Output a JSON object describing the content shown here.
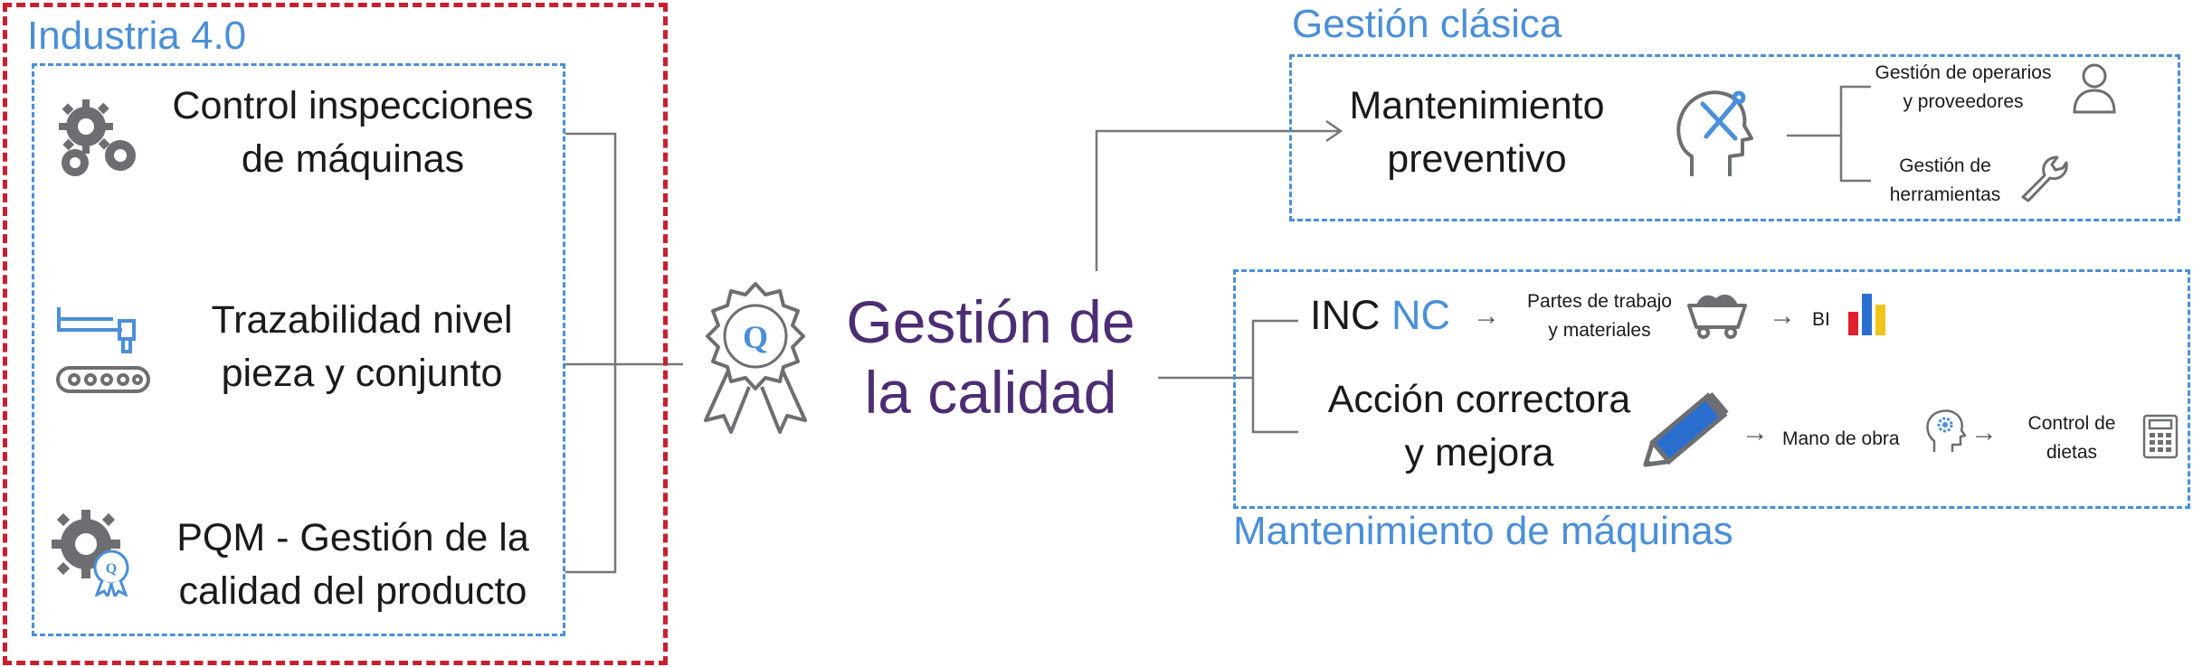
{
  "industria": {
    "title": "Industria 4.0",
    "items": [
      {
        "line1": "Control inspecciones",
        "line2": "de máquinas",
        "icon": "gears-icon"
      },
      {
        "line1": "Trazabilidad nivel",
        "line2": "pieza y conjunto",
        "icon": "conveyor-icon"
      },
      {
        "line1": "PQM - Gestión de la",
        "line2": "calidad del producto",
        "icon": "gear-quality-icon"
      }
    ]
  },
  "center": {
    "line1": "Gestión de",
    "line2": "la calidad",
    "icon": "quality-award-icon",
    "color": "#4c2d74"
  },
  "clasica": {
    "title": "Gestión clásica",
    "main_line1": "Mantenimiento",
    "main_line2": "preventivo",
    "sub1_line1": "Gestión de operarios",
    "sub1_line2": "y proveedores",
    "sub2_line1": "Gestión de",
    "sub2_line2": "herramientas"
  },
  "maquinas": {
    "title": "Mantenimiento de máquinas",
    "inc": "INC",
    "nc": "NC",
    "partes_line1": "Partes de trabajo",
    "partes_line2": "y materiales",
    "bi": "BI",
    "accion_line1": "Acción correctora",
    "accion_line2": "y mejora",
    "mano": "Mano de obra",
    "control_line1": "Control de",
    "control_line2": "dietas"
  },
  "colors": {
    "red_border": "#c8202f",
    "blue_accent": "#4a8fd8",
    "purple_title": "#4c2d74",
    "line_gray": "#777777"
  }
}
